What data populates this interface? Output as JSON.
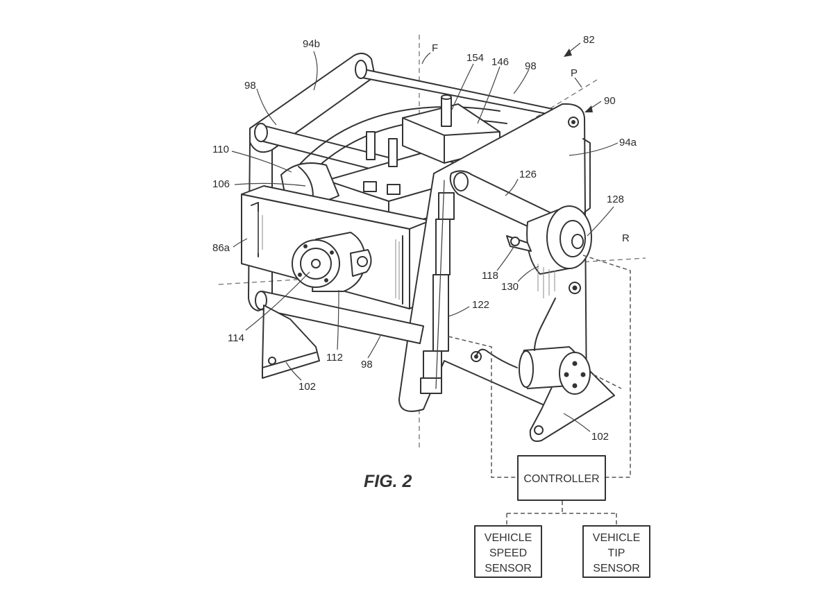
{
  "figure": {
    "title": "FIG. 2"
  },
  "reference_numerals": {
    "n82": "82",
    "n90": "90",
    "n94a": "94a",
    "n94b": "94b",
    "n98_top_left": "98",
    "n98_top_right": "98",
    "n98_bottom": "98",
    "n102_left": "102",
    "n102_right": "102",
    "n106": "106",
    "n110": "110",
    "n112": "112",
    "n114": "114",
    "n118": "118",
    "n122": "122",
    "n126": "126",
    "n128": "128",
    "n130": "130",
    "n146": "146",
    "n154": "154",
    "n86a": "86a"
  },
  "axes": {
    "fore_aft": "F",
    "pitch": "P",
    "roll": "R"
  },
  "blocks": {
    "controller": "CONTROLLER",
    "speed_sensor": [
      "VEHICLE",
      "SPEED",
      "SENSOR"
    ],
    "tip_sensor": [
      "VEHICLE",
      "TIP",
      "SENSOR"
    ]
  },
  "colors": {
    "line": "#333333",
    "background": "#ffffff"
  }
}
